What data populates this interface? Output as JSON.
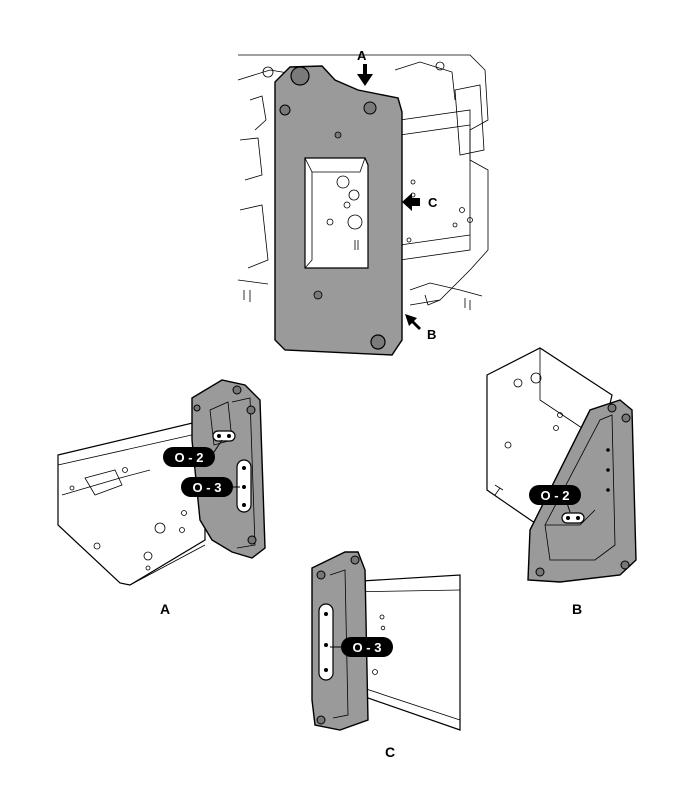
{
  "labels": {
    "arrow_a": "A",
    "arrow_b": "B",
    "arrow_c": "C",
    "view_a": "A",
    "view_b": "B",
    "view_c": "C"
  },
  "callouts": {
    "a_o2": "O - 2",
    "a_o3": "O - 3",
    "b_o2": "O - 2",
    "c_o3": "O - 3"
  },
  "colors": {
    "bracket": "#9a9a9a",
    "callout_bg": "#000000",
    "callout_text": "#ffffff"
  }
}
